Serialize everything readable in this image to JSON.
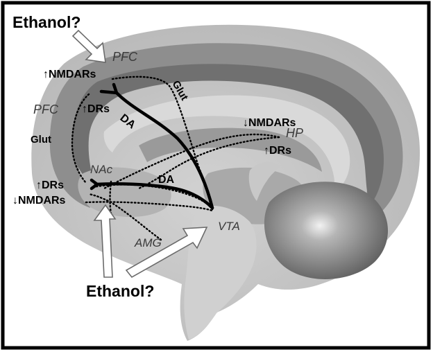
{
  "labels": {
    "ethanol_top": "Ethanol?",
    "ethanol_bottom": "Ethanol?",
    "pfc_top": "PFC",
    "pfc_left": "PFC",
    "hp": "HP",
    "nac": "NAc",
    "amg": "AMG",
    "vta": "VTA",
    "glut_top": "Glut",
    "glut_left": "Glut",
    "da_top": "DA",
    "da_mid": "DA",
    "nmdars_pfc": "NMDARs",
    "drs_pfc": "DRs",
    "nmdars_hp": "NMDARs",
    "drs_hp": "DRs",
    "drs_nac": "DRs",
    "nmdars_nac": "NMDARs"
  },
  "arrow_glyphs": {
    "up": "↑",
    "down": "↓"
  },
  "colors": {
    "frame": "#000000",
    "background": "#ffffff",
    "brain_outer": "#c2c2c2",
    "cortex_band": "#8e8e8e",
    "cortex_dark": "#6f6f6f",
    "white_matter": "#bdbdbd",
    "corpus_callosum": "#d6d6d6",
    "thalamus": "#a8a8a8",
    "brainstem": "#cfcfcf",
    "cerebellum": "#7a7a7a",
    "cerebellum_core": "#e6e6e6",
    "pathway": "#000000"
  }
}
